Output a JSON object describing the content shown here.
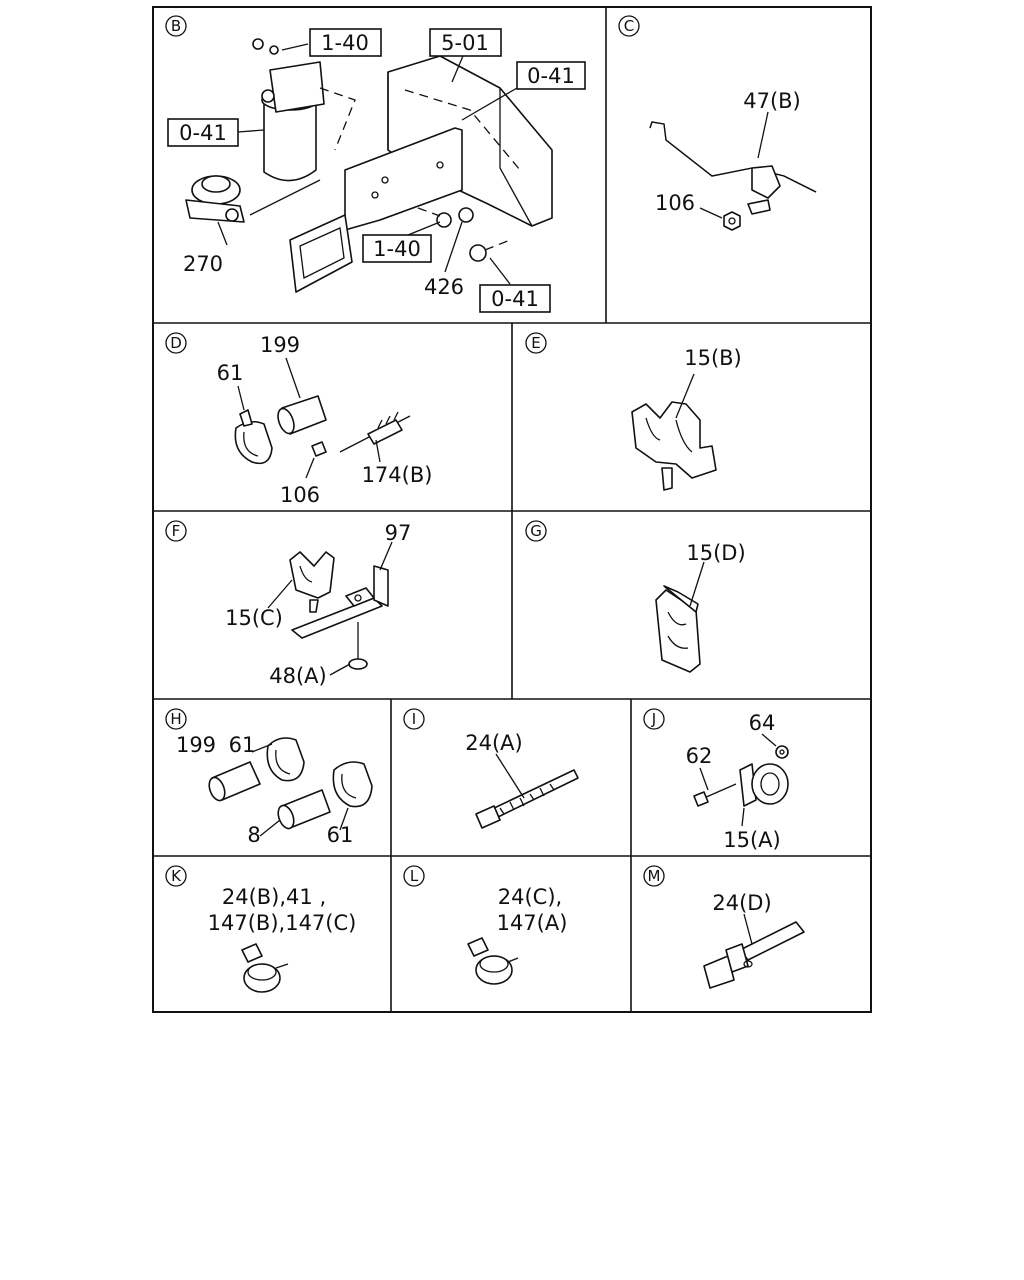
{
  "sections": {
    "B": {
      "letter": "B",
      "refs": [
        "1-40",
        "5-01",
        "0-41",
        "0-41",
        "1-40",
        "0-41"
      ],
      "parts": [
        "270",
        "426"
      ]
    },
    "C": {
      "letter": "C",
      "parts": [
        "47(B)",
        "106"
      ]
    },
    "D": {
      "letter": "D",
      "parts": [
        "199",
        "61",
        "106",
        "174(B)"
      ]
    },
    "E": {
      "letter": "E",
      "parts": [
        "15(B)"
      ]
    },
    "F": {
      "letter": "F",
      "parts": [
        "97",
        "15(C)",
        "48(A)"
      ]
    },
    "G": {
      "letter": "G",
      "parts": [
        "15(D)"
      ]
    },
    "H": {
      "letter": "H",
      "parts": [
        "61",
        "199",
        "8",
        "61"
      ]
    },
    "I": {
      "letter": "I",
      "parts": [
        "24(A)"
      ]
    },
    "J": {
      "letter": "J",
      "parts": [
        "64",
        "62",
        "15(A)"
      ]
    },
    "K": {
      "letter": "K",
      "parts": [
        "24(B),41 ,",
        "147(B),147(C)"
      ]
    },
    "L": {
      "letter": "L",
      "parts": [
        "24(C),",
        "147(A)"
      ]
    },
    "M": {
      "letter": "M",
      "parts": [
        "24(D)"
      ]
    }
  }
}
